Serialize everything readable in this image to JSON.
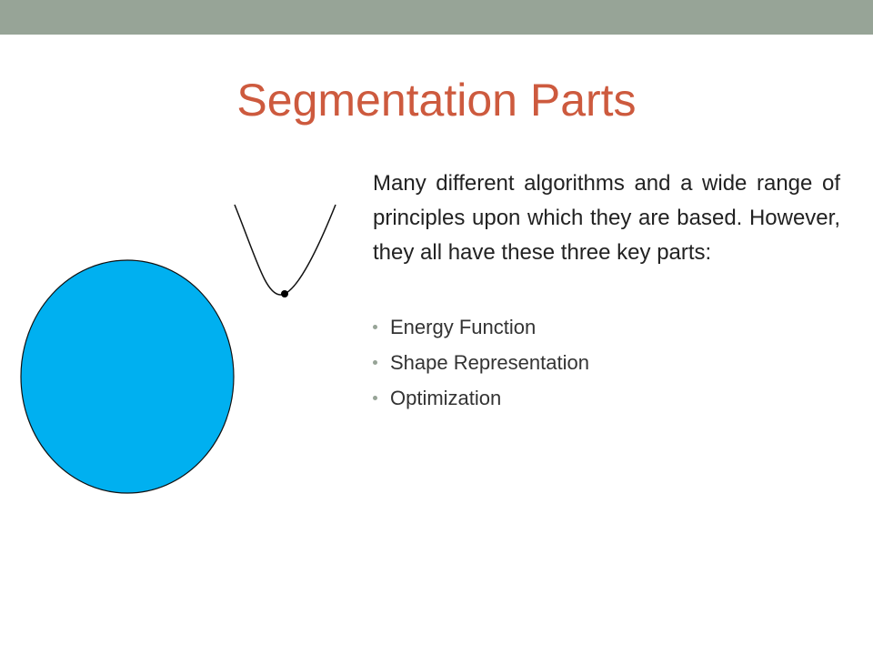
{
  "slide": {
    "title": "Segmentation Parts",
    "body": "Many different algorithms and a wide range of principles upon which they are based. However, they all have these three key parts:",
    "bullets": [
      {
        "label": "Energy Function"
      },
      {
        "label": "Shape Representation"
      },
      {
        "label": "Optimization"
      }
    ]
  },
  "colors": {
    "top_bar": "#97a497",
    "title": "#cd5a3e",
    "circle_fill": "#00b0f0",
    "outline": "#000000"
  },
  "illustrations": {
    "left_shape": "blue-ellipse",
    "right_shape": "energy-curve-with-minimum-point"
  }
}
